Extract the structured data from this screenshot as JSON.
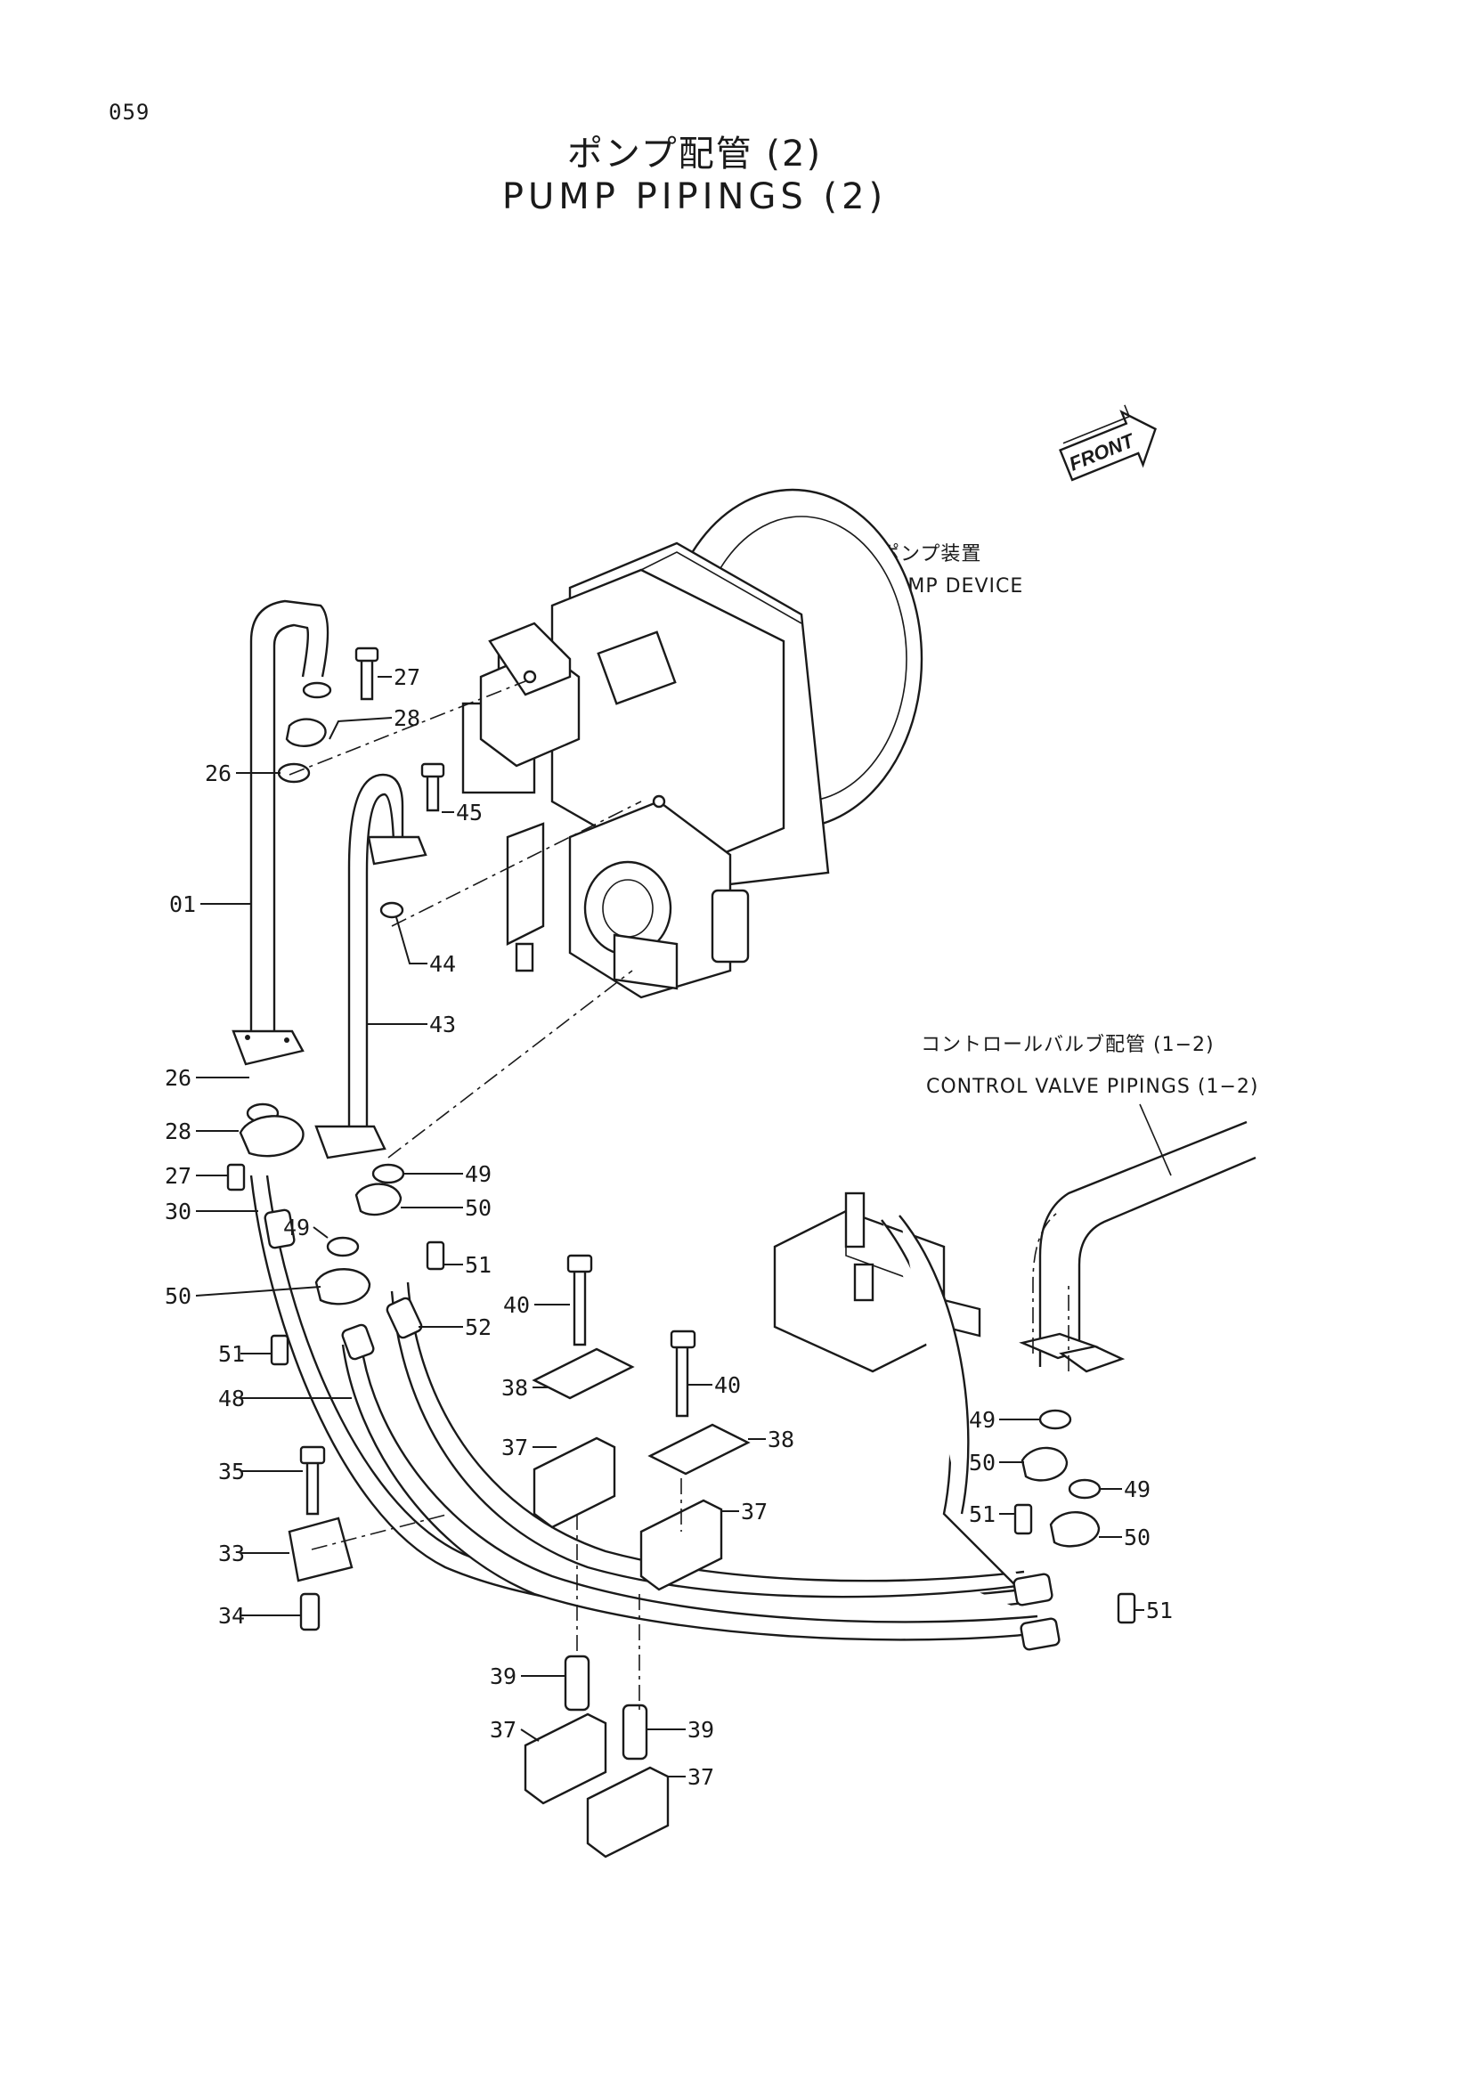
{
  "page_number": "059",
  "title": {
    "japanese": "ポンプ配管 (2)",
    "english": "PUMP PIPINGS (2)"
  },
  "front_arrow": {
    "label": "FRONT",
    "icon": "front-direction-arrow-icon"
  },
  "notes": {
    "pump_device": {
      "japanese": "ポンプ装置",
      "english": "PUMP DEVICE"
    },
    "control_valve_pipings": {
      "japanese": "コントロールバルブ配管 (1−2)",
      "english": "CONTROL VALVE PIPINGS (1−2)"
    }
  },
  "callouts": [
    {
      "number": "27"
    },
    {
      "number": "28"
    },
    {
      "number": "26"
    },
    {
      "number": "45"
    },
    {
      "number": "01"
    },
    {
      "number": "44"
    },
    {
      "number": "43"
    },
    {
      "number": "26"
    },
    {
      "number": "28"
    },
    {
      "number": "49"
    },
    {
      "number": "27"
    },
    {
      "number": "30"
    },
    {
      "number": "50"
    },
    {
      "number": "49"
    },
    {
      "number": "51"
    },
    {
      "number": "50"
    },
    {
      "number": "40"
    },
    {
      "number": "52"
    },
    {
      "number": "51"
    },
    {
      "number": "40"
    },
    {
      "number": "38"
    },
    {
      "number": "48"
    },
    {
      "number": "37"
    },
    {
      "number": "38"
    },
    {
      "number": "35"
    },
    {
      "number": "37"
    },
    {
      "number": "33"
    },
    {
      "number": "34"
    },
    {
      "number": "39"
    },
    {
      "number": "37"
    },
    {
      "number": "39"
    },
    {
      "number": "37"
    },
    {
      "number": "49"
    },
    {
      "number": "50"
    },
    {
      "number": "49"
    },
    {
      "number": "51"
    },
    {
      "number": "50"
    },
    {
      "number": "51"
    }
  ]
}
